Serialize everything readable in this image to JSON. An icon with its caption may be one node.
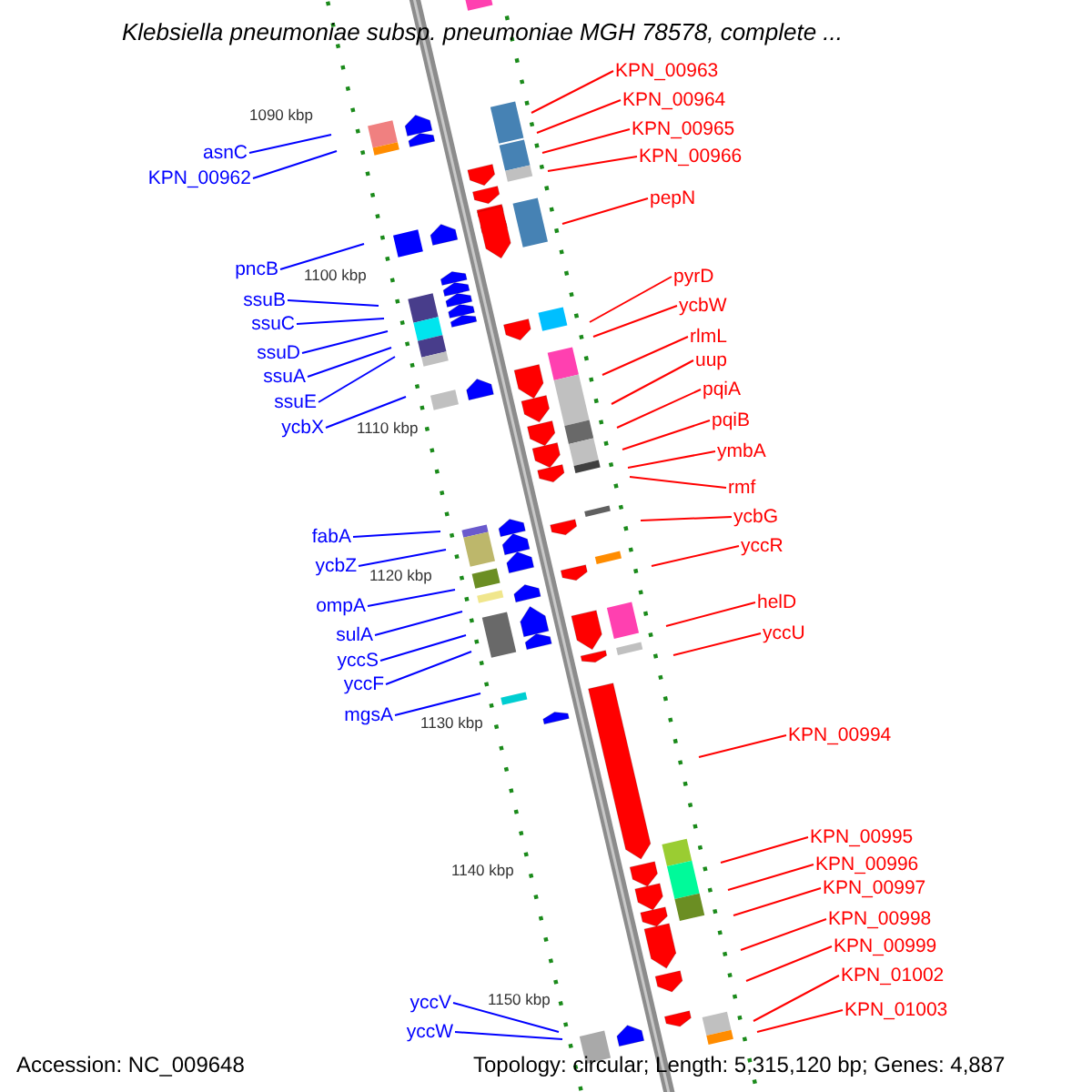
{
  "diagram": {
    "title": "Klebsiella pneumoniae subsp. pneumoniae MGH 78578, complete ...",
    "nodes": [
      {
        "text": [
          "KPN_00963"
        ]
      },
      {
        "text": [
          "KPN_00964"
        ]
      },
      {
        "text": [
          "KPN_00965"
        ]
      },
      {
        "text": [
          "asnC"
        ]
      },
      {
        "text": [
          "KPN_00966"
        ]
      },
      {
        "text": [
          "KPN_00962"
        ]
      },
      {
        "text": [
          "pepN"
        ]
      },
      {
        "text": [
          "pncB"
        ]
      },
      {
        "text": [
          "pyrD"
        ]
      },
      {
        "text": [
          "ssuB"
        ]
      },
      {
        "text": [
          "ycbW"
        ]
      },
      {
        "text": [
          "ssuC"
        ]
      },
      {
        "text": [
          "rlmL"
        ]
      },
      {
        "text": [
          "ssuD"
        ]
      },
      {
        "text": [
          "uup"
        ]
      },
      {
        "text": [
          "ssuA"
        ]
      },
      {
        "text": [
          "pqiA"
        ]
      },
      {
        "text": [
          "ssuE"
        ]
      },
      {
        "text": [
          "pqiB"
        ]
      },
      {
        "text": [
          "ycbX"
        ]
      },
      {
        "text": [
          "ymbA"
        ]
      },
      {
        "text": [
          "rmf"
        ]
      },
      {
        "text": [
          "ycbG"
        ]
      },
      {
        "text": [
          "fabA"
        ]
      },
      {
        "text": [
          "yccR"
        ]
      },
      {
        "text": [
          "ycbZ"
        ]
      },
      {
        "text": [
          "ompA"
        ]
      },
      {
        "text": [
          "helD"
        ]
      },
      {
        "text": [
          "sulA"
        ]
      },
      {
        "text": [
          "yccU"
        ]
      },
      {
        "text": [
          "yccS"
        ]
      },
      {
        "text": [
          "yccF"
        ]
      },
      {
        "text": [
          "mgsA"
        ]
      },
      {
        "text": [
          "KPN_00994"
        ]
      },
      {
        "text": [
          "KPN_00995"
        ]
      },
      {
        "text": [
          "KPN_00996"
        ]
      },
      {
        "text": [
          "KPN_00997"
        ]
      },
      {
        "text": [
          "KPN_00998"
        ]
      },
      {
        "text": [
          "KPN_00999"
        ]
      },
      {
        "text": [
          "KPN_01002"
        ]
      },
      {
        "text": [
          "yccV"
        ]
      },
      {
        "text": [
          "KPN_01003"
        ]
      },
      {
        "text": [
          "yccW"
        ]
      }
    ],
    "edges": [
      {
        "from": 0,
        "to": null,
        "arrow": "none"
      },
      {
        "from": 1,
        "to": null,
        "arrow": "none"
      },
      {
        "from": 2,
        "to": null,
        "arrow": "none"
      },
      {
        "from": 3,
        "to": null,
        "arrow": "none",
        "color": "#0000ff"
      },
      {
        "from": 4,
        "to": null,
        "arrow": "none"
      },
      {
        "from": 5,
        "to": null,
        "arrow": "none",
        "color": "#0000ff"
      },
      {
        "from": 6,
        "to": null,
        "arrow": "none"
      },
      {
        "from": 7,
        "to": null,
        "arrow": "none",
        "color": "#0000ff"
      },
      {
        "from": 8,
        "to": null,
        "arrow": "none"
      },
      {
        "from": 9,
        "to": null,
        "arrow": "none",
        "color": "#0000ff"
      },
      {
        "from": 10,
        "to": null,
        "arrow": "none"
      },
      {
        "from": 11,
        "to": null,
        "arrow": "none",
        "color": "#0000ff"
      },
      {
        "from": 12,
        "to": null,
        "arrow": "none"
      },
      {
        "from": 13,
        "to": null,
        "arrow": "none",
        "color": "#0000ff"
      },
      {
        "from": 14,
        "to": null,
        "arrow": "none"
      },
      {
        "from": 15,
        "to": null,
        "arrow": "none",
        "color": "#0000ff"
      },
      {
        "from": 16,
        "to": null,
        "arrow": "none"
      },
      {
        "from": 17,
        "to": null,
        "arrow": "none",
        "color": "#0000ff"
      },
      {
        "from": 18,
        "to": null,
        "arrow": "none"
      },
      {
        "from": 19,
        "to": null,
        "arrow": "none",
        "color": "#0000ff"
      },
      {
        "from": 20,
        "to": null,
        "arrow": "none"
      },
      {
        "from": 21,
        "to": null,
        "arrow": "none"
      },
      {
        "from": 22,
        "to": null,
        "arrow": "none"
      },
      {
        "from": 23,
        "to": null,
        "arrow": "none",
        "color": "#0000ff"
      },
      {
        "from": 24,
        "to": null,
        "arrow": "none"
      },
      {
        "from": 25,
        "to": null,
        "arrow": "none",
        "color": "#0000ff"
      },
      {
        "from": 26,
        "to": null,
        "arrow": "none",
        "color": "#0000ff"
      },
      {
        "from": 27,
        "to": null,
        "arrow": "none"
      },
      {
        "from": 28,
        "to": null,
        "arrow": "none",
        "color": "#0000ff"
      },
      {
        "from": 29,
        "to": null,
        "arrow": "none"
      },
      {
        "from": 30,
        "to": null,
        "arrow": "none",
        "color": "#0000ff"
      },
      {
        "from": 31,
        "to": null,
        "arrow": "none",
        "color": "#0000ff"
      },
      {
        "from": 32,
        "to": null,
        "arrow": "none",
        "color": "#0000ff"
      },
      {
        "from": 33,
        "to": null,
        "arrow": "none"
      },
      {
        "from": 34,
        "to": null,
        "arrow": "none"
      },
      {
        "from": 35,
        "to": null,
        "arrow": "none"
      },
      {
        "from": 36,
        "to": null,
        "arrow": "none"
      },
      {
        "from": 37,
        "to": null,
        "arrow": "none"
      },
      {
        "from": 38,
        "to": null,
        "arrow": "none"
      },
      {
        "from": 39,
        "to": null,
        "arrow": "none"
      },
      {
        "from": 40,
        "to": null,
        "arrow": "none",
        "color": "#0000ff"
      },
      {
        "from": 41,
        "to": null,
        "arrow": "none"
      },
      {
        "from": 42,
        "to": null,
        "arrow": "none",
        "color": "#0000ff"
      }
    ],
    "labels": [
      "1090 kbp",
      "1100 kbp",
      "1110 kbp",
      "1120 kbp",
      "1130 kbp",
      "1140 kbp",
      "1150 kbp",
      "Accession: NC_009648",
      "Topology: circular; Length: 5,315,120 bp; Genes: 4,887"
    ]
  }
}
